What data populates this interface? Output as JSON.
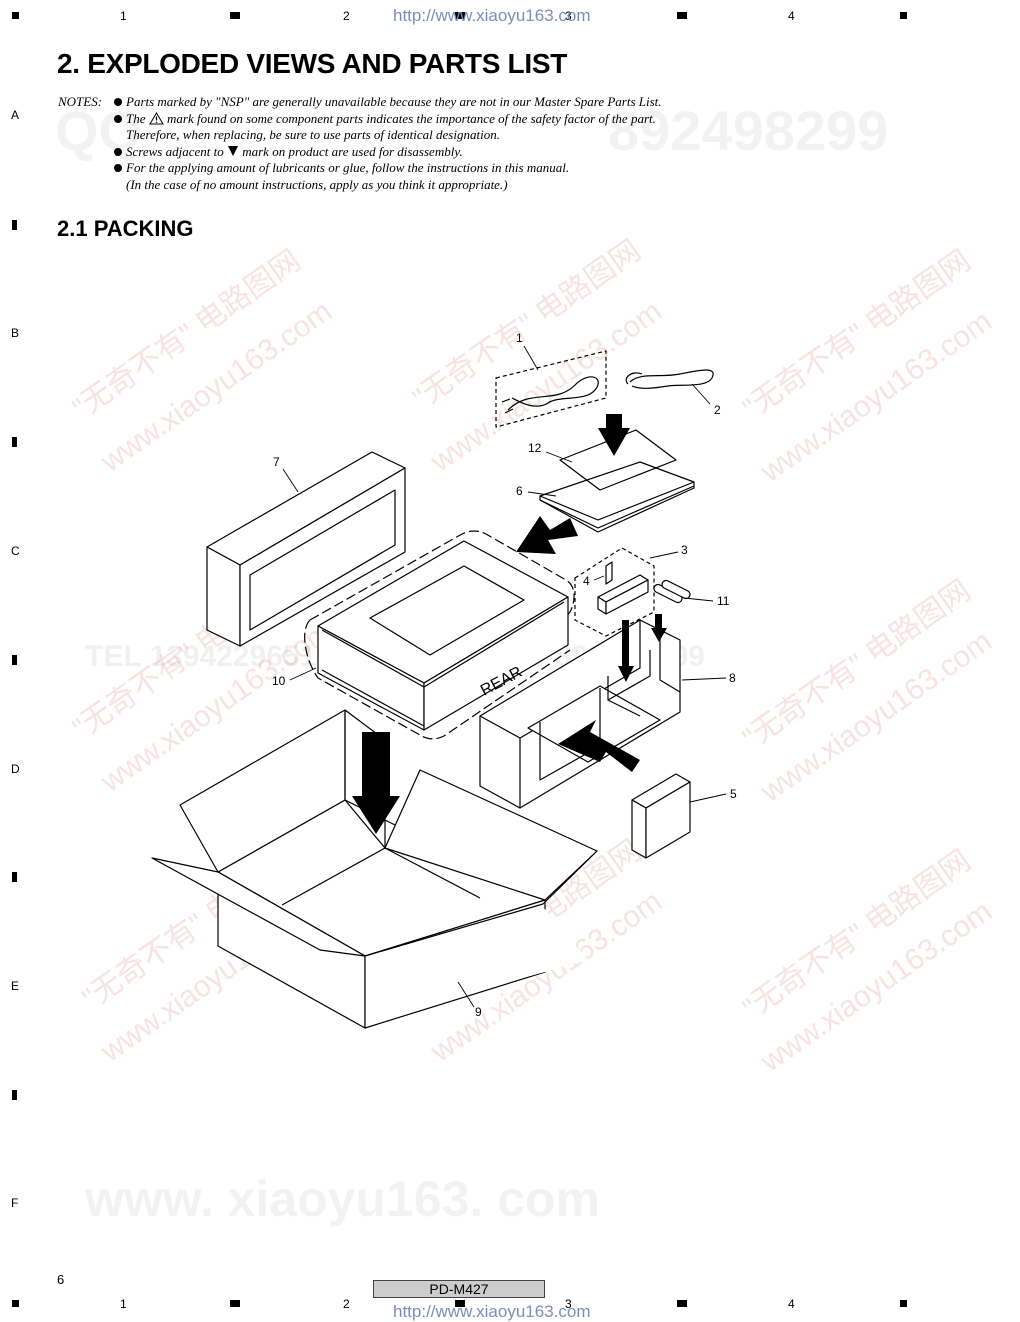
{
  "header": {
    "column_numbers": [
      "1",
      "2",
      "3",
      "4"
    ],
    "url": "http://www.xiaoyu163.com"
  },
  "row_letters": [
    "A",
    "B",
    "C",
    "D",
    "E",
    "F"
  ],
  "title": "2. EXPLODED VIEWS AND PARTS LIST",
  "notes": {
    "label": "NOTES:",
    "items": [
      {
        "text": "Parts marked by \"NSP\" are generally unavailable because they are not in our Master Spare Parts List."
      },
      {
        "pre": "The ",
        "post": " mark found on some component parts indicates the importance of the safety factor of the part."
      },
      {
        "continuation": "Therefore, when replacing, be sure to use parts of identical designation."
      },
      {
        "pre": "Screws adjacent to ",
        "post": " mark on product are used for disassembly."
      },
      {
        "text": "For the applying amount of lubricants or glue, follow the instructions in this manual."
      },
      {
        "continuation": "(In the case of no amount instructions, apply as you think it appropriate.)"
      }
    ]
  },
  "section_title": "2.1 PACKING",
  "diagram": {
    "callouts": [
      "1",
      "2",
      "12",
      "6",
      "7",
      "3",
      "4",
      "11",
      "8",
      "10",
      "5",
      "9"
    ],
    "box_label": "REAR"
  },
  "watermarks": {
    "qq_left": "QQ",
    "qq_right": "892498299",
    "tel_line": "TEL 13942296513   QQ 376315150   892498299",
    "chinese": "\"无奇不有\" 电路图网",
    "site": "www.xiaoyu163.com",
    "big_site": "www. xiaoyu163. com"
  },
  "footer": {
    "page_number": "6",
    "model": "PD-M427",
    "url": "http://www.xiaoyu163.com"
  }
}
